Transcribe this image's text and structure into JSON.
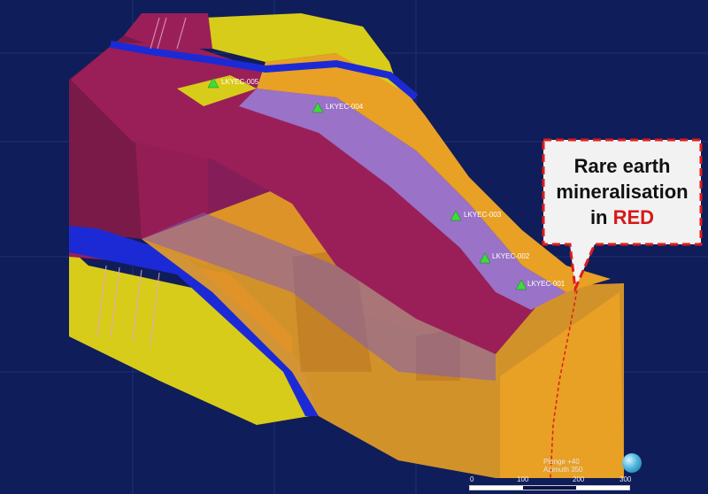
{
  "viewer": {
    "background": "#0f1d5a",
    "drillholes": [
      {
        "label": "LKYEC-005"
      },
      {
        "label": "LKYEC-004"
      },
      {
        "label": "LKYEC-003"
      },
      {
        "label": "LKYEC-002"
      },
      {
        "label": "LKYEC-001"
      }
    ],
    "marker_color": "#3cdc3c",
    "orientation": {
      "plunge": "Plunge +40",
      "azimuth": "Azimuth 350"
    },
    "scale_bar": {
      "ticks": [
        "0",
        "100",
        "200",
        "300"
      ]
    }
  },
  "callout": {
    "line1": "Rare earth",
    "line2": "mineralisation",
    "line3_prefix": "in ",
    "line3_highlight": "RED",
    "border_color": "#e01b1b",
    "highlight_color": "#d81818"
  },
  "layers": {
    "crimson": "#9a1f58",
    "purple": "#9a72c8",
    "yellow": "#d8cc1a",
    "orange": "#e8a025",
    "blue": "#1c2ad6"
  }
}
